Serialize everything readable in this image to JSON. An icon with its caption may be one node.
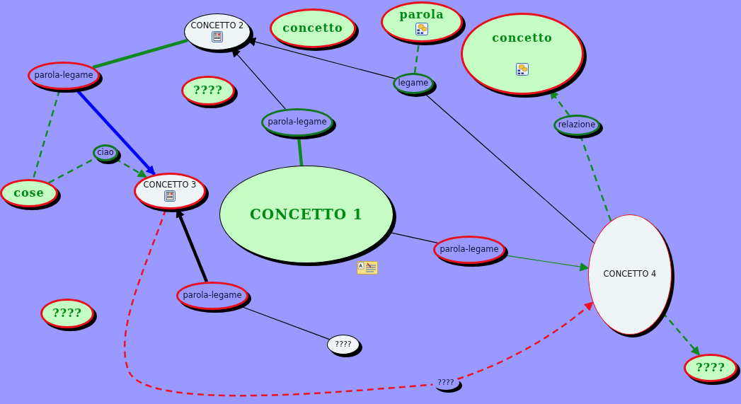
{
  "diagram": {
    "nodes": [
      {
        "text": [
          "CONCETTO 2"
        ]
      },
      {
        "text": [
          "concetto"
        ]
      },
      {
        "text": [
          "parola"
        ]
      },
      {
        "text": [
          "concetto"
        ]
      },
      {
        "text": [
          "parola-legame"
        ]
      },
      {
        "text": [
          "????"
        ]
      },
      {
        "text": [
          "legame"
        ]
      },
      {
        "text": [
          "parola-legame"
        ]
      },
      {
        "text": [
          "relazione"
        ]
      },
      {
        "text": [
          "ciao"
        ]
      },
      {
        "text": [
          "cose"
        ]
      },
      {
        "text": [
          "CONCETTO 3"
        ]
      },
      {
        "text": [
          "CONCETTO 1"
        ]
      },
      {
        "text": [
          "parola-legame"
        ]
      },
      {
        "text": [
          "CONCETTO 4"
        ]
      },
      {
        "text": [
          "????"
        ]
      },
      {
        "text": [
          "parola-legame"
        ]
      },
      {
        "text": [
          "????"
        ]
      },
      {
        "text": [
          "????"
        ]
      },
      {
        "text": [
          "????"
        ]
      }
    ],
    "edges": [
      {
        "from": 4,
        "to": 0,
        "arrow": "none",
        "style": "thick"
      },
      {
        "from": 4,
        "to": 11,
        "arrow": "to",
        "style": "thick",
        "color": "#0000ff"
      },
      {
        "from": 4,
        "to": 10,
        "arrow": "none",
        "style": "dashed"
      },
      {
        "from": 10,
        "to": 9,
        "arrow": "none",
        "style": "dashed"
      },
      {
        "from": 9,
        "to": 11,
        "arrow": "to",
        "style": "dashed"
      },
      {
        "from": 7,
        "to": 0,
        "arrow": "to",
        "color": "#000000"
      },
      {
        "from": 7,
        "to": 12,
        "arrow": "none",
        "style": "thick"
      },
      {
        "from": 6,
        "to": 0,
        "arrow": "to",
        "color": "#000000"
      },
      {
        "from": 6,
        "to": 2,
        "arrow": "none",
        "style": "dashed"
      },
      {
        "from": 6,
        "to": 14,
        "arrow": "none",
        "color": "#000000"
      },
      {
        "from": 14,
        "to": 8,
        "arrow": "none",
        "style": "dashed"
      },
      {
        "from": 8,
        "to": 3,
        "arrow": "to",
        "style": "dashed"
      },
      {
        "from": 12,
        "to": 13,
        "arrow": "none",
        "color": "#000000"
      },
      {
        "from": 13,
        "to": 14,
        "arrow": "to"
      },
      {
        "from": 16,
        "to": 11,
        "arrow": "to",
        "style": "thick",
        "color": "#000000"
      },
      {
        "from": 16,
        "to": 17,
        "arrow": "none",
        "color": "#000000"
      },
      {
        "from": 11,
        "to": 18,
        "arrow": "none",
        "style": "dashed",
        "color": "#ee1122"
      },
      {
        "from": 18,
        "to": 14,
        "arrow": "to",
        "style": "dashed",
        "color": "#ee1122"
      },
      {
        "from": 14,
        "to": 19,
        "arrow": "to",
        "style": "dashed"
      }
    ]
  }
}
